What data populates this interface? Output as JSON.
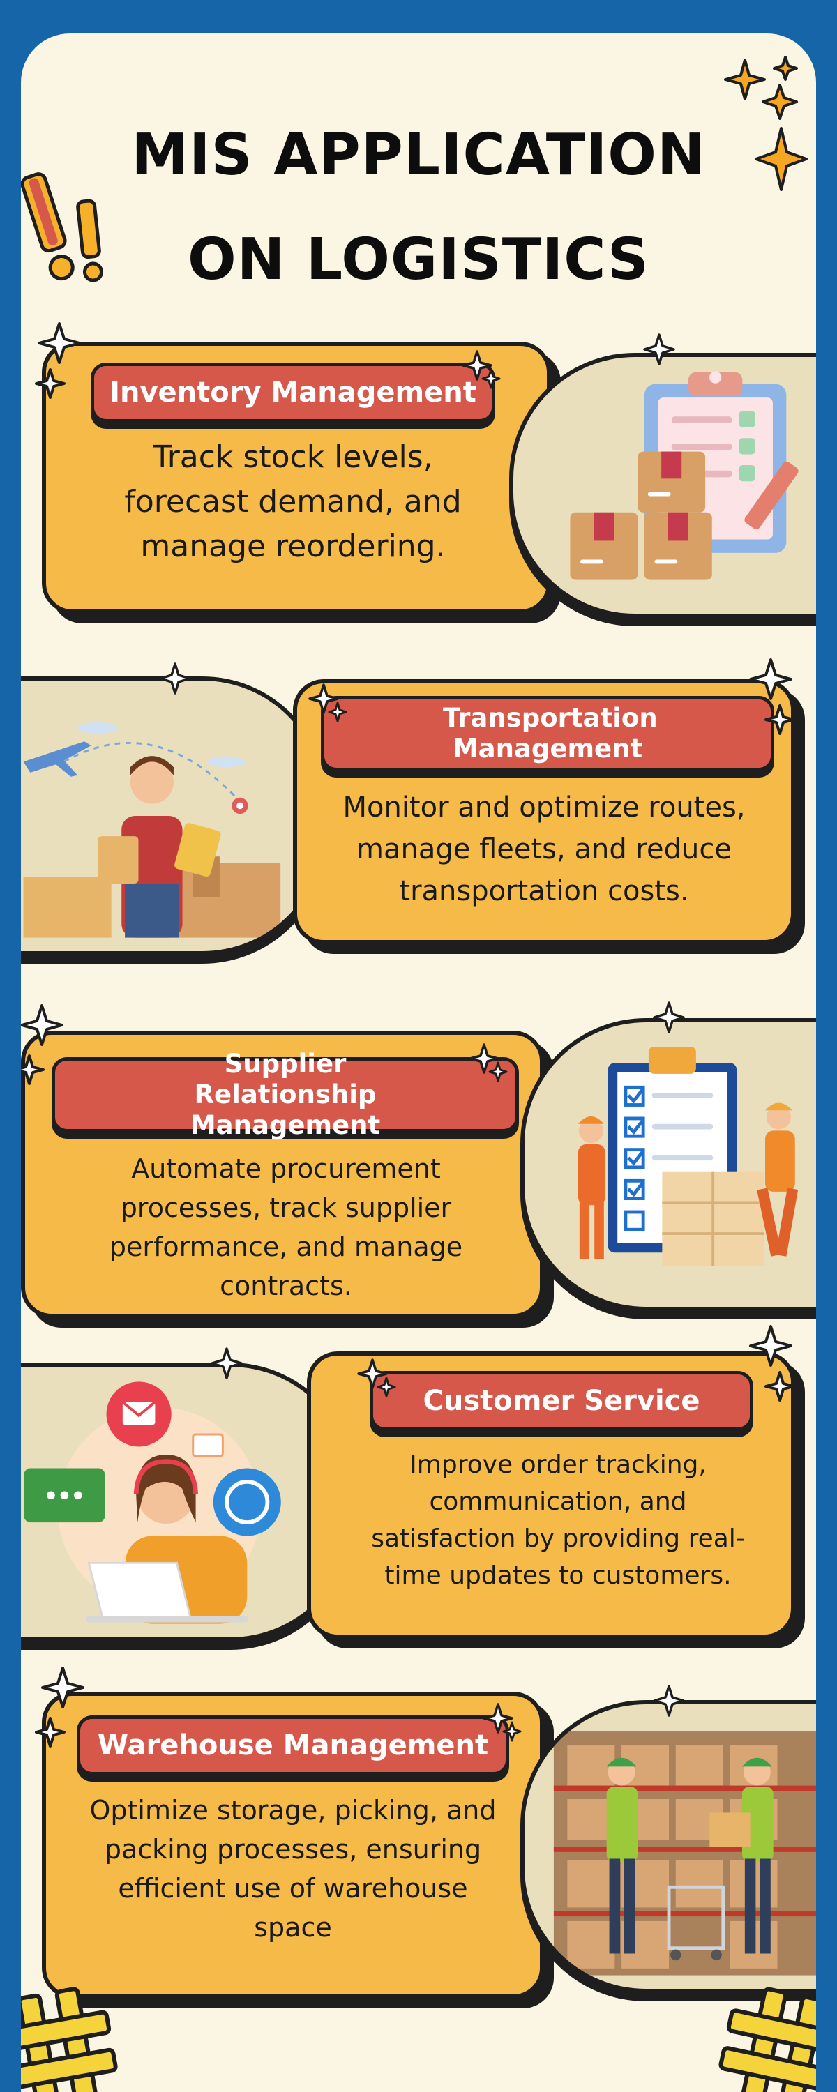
{
  "header": {
    "title_line1": "MIS APPLICATION",
    "title_line2": "ON LOGISTICS"
  },
  "sections": [
    {
      "title": "Inventory Management",
      "description": "Track stock levels, forecast demand, and manage reordering.",
      "illustration": "clipboard-boxes-icon"
    },
    {
      "title": "Transportation Management",
      "description": "Monitor and optimize routes, manage fleets, and reduce transportation costs.",
      "illustration": "delivery-worker-plane-icon"
    },
    {
      "title": "Supplier Relationship Management",
      "description": "Automate procurement processes, track supplier performance, and manage contracts.",
      "illustration": "checklist-workers-icon"
    },
    {
      "title": "Customer Service",
      "description": "Improve order tracking, communication, and satisfaction by providing real-time updates to customers.",
      "illustration": "support-agent-icon"
    },
    {
      "title": "Warehouse Management",
      "description": "Optimize storage, picking, and packing processes, ensuring efficient use of warehouse space",
      "illustration": "warehouse-workers-icon"
    }
  ],
  "colors": {
    "frame": "#1565a8",
    "background": "#fbf6e3",
    "card": "#f6ba48",
    "pill": "#d6584a",
    "outline": "#1e1e1e",
    "illustration_bg": "#e9dfbd"
  }
}
